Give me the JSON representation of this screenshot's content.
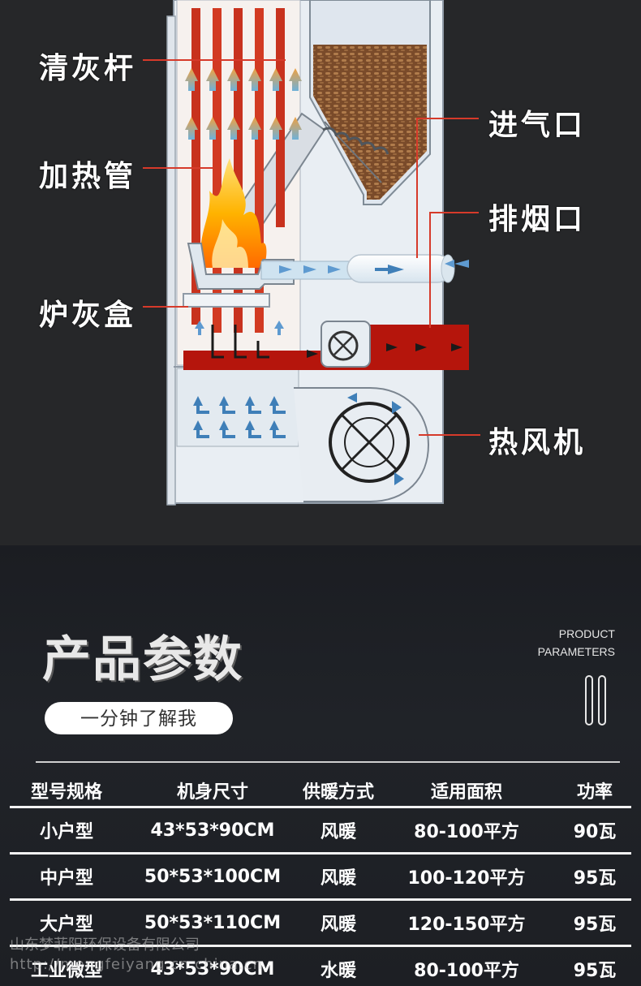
{
  "diagram": {
    "labels": {
      "ash_rod": "清灰杆",
      "heating_tube": "加热管",
      "ash_box": "炉灰盒",
      "air_inlet": "进气口",
      "smoke_outlet": "排烟口",
      "hot_air_fan": "热风机"
    },
    "colors": {
      "cabinet": "#e9eef3",
      "tube": "#c8321e",
      "pellets": "#8a5a36",
      "duct": "#b5150c",
      "airflow": "#5e9ad0",
      "callout_line": "#d63a2a"
    }
  },
  "params": {
    "title": "产品参数",
    "en_line1": "PRODUCT",
    "en_line2": "PARAMETERS",
    "pill_label": "一分钟了解我",
    "table": {
      "headers": [
        "型号规格",
        "机身尺寸",
        "供暖方式",
        "适用面积",
        "功率"
      ],
      "rows": [
        [
          "小户型",
          "43*53*90CM",
          "风暖",
          "80-100平方",
          "90瓦"
        ],
        [
          "中户型",
          "50*53*100CM",
          "风暖",
          "100-120平方",
          "95瓦"
        ],
        [
          "大户型",
          "50*53*110CM",
          "风暖",
          "120-150平方",
          "95瓦"
        ],
        [
          "工业微型",
          "43*53*90CM",
          "水暖",
          "80-100平方",
          "95瓦"
        ]
      ]
    }
  },
  "watermark": {
    "line1": "山东梦菲阳环保设备有限公司",
    "line2": "http://mengfeiyang.cn.china.cn"
  }
}
